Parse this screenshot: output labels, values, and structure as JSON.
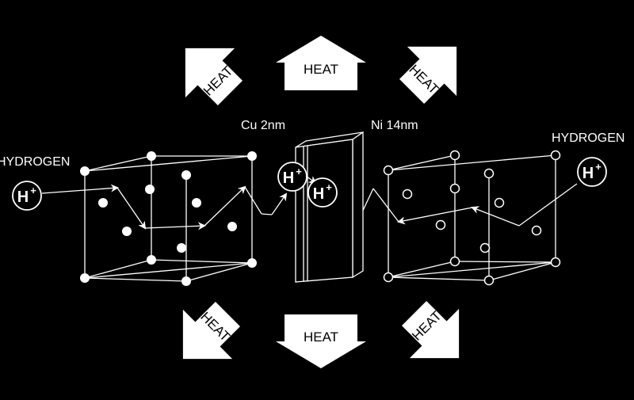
{
  "colors": {
    "background": "#000000",
    "foreground": "#ffffff"
  },
  "labels": {
    "hydrogen_left": "HYDROGEN",
    "hydrogen_right": "HYDROGEN",
    "cu_layer": "Cu 2nm",
    "ni_layer": "Ni 14nm"
  },
  "heat": {
    "top_left": "HEAT",
    "top_center": "HEAT",
    "top_right": "HEAT",
    "bottom_left": "HEAT",
    "bottom_center": "HEAT",
    "bottom_right": "HEAT"
  },
  "proton": {
    "symbol": "H",
    "charge": "+"
  },
  "icons": {
    "heat_arrow": "block-arrow-icon",
    "proton": "proton-circle-icon",
    "lattice": "cube-lattice-icon"
  }
}
